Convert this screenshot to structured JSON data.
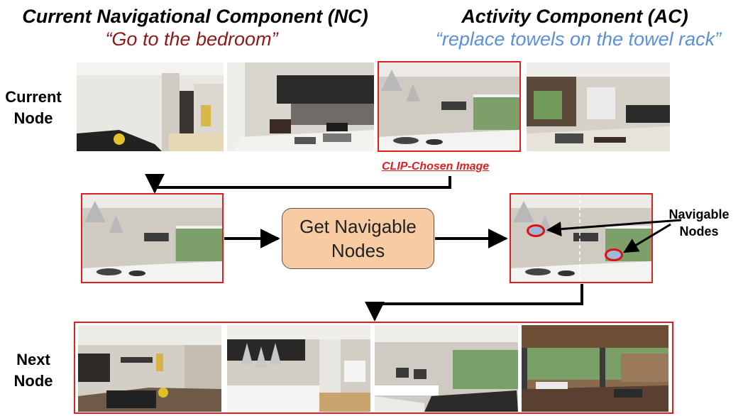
{
  "headers": {
    "nc_title": "Current Navigational Component (NC)",
    "nc_quote": "“Go to the bedroom”",
    "ac_title": "Activity Component (AC)",
    "ac_quote": "“replace towels on the towel rack”"
  },
  "labels": {
    "current_node": "Current Node",
    "next_node": "Next Node",
    "clip_chosen": "CLIP-Chosen Image",
    "process_box": "Get Navigable Nodes",
    "navigable_nodes": "Navigable Nodes"
  },
  "colors": {
    "nc_quote": "#8b1a1a",
    "ac_quote": "#5b8fd6",
    "highlight_frame": "#e02020",
    "process_fill": "#f8cba2"
  },
  "images": {
    "current_node": [
      "living-room-view",
      "kitchen-view",
      "dining-kitchen-view",
      "lounge-view"
    ],
    "next_node": [
      "living-room-view",
      "kitchen-view",
      "dining-room-view",
      "patio-view"
    ]
  }
}
